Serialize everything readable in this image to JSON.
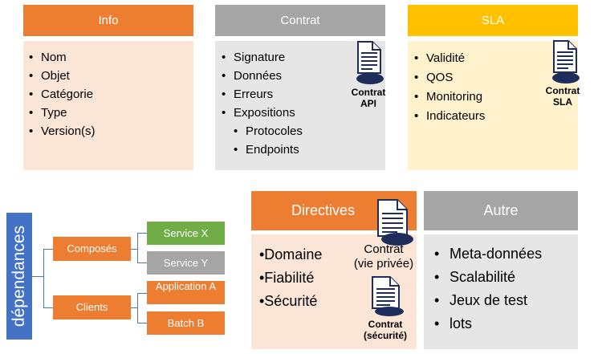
{
  "info": {
    "title": "Info",
    "items": [
      "Nom",
      "Objet",
      "Catégorie",
      "Type",
      "Version(s)"
    ]
  },
  "contrat": {
    "title": "Contrat",
    "items": [
      "Signature",
      "Données",
      "Erreurs",
      "Expositions"
    ],
    "sub_items": [
      "Protocoles",
      "Endpoints"
    ],
    "doc_label": [
      "Contrat",
      "API"
    ]
  },
  "sla": {
    "title": "SLA",
    "items": [
      "Validité",
      "QOS",
      "Monitoring",
      "Indicateurs"
    ],
    "doc_label": [
      "Contrat",
      "SLA"
    ]
  },
  "dependances": {
    "title": "dépendances",
    "groups": [
      {
        "label": "Composés",
        "children": [
          "Service X",
          "Service Y"
        ]
      },
      {
        "label": "Clients",
        "children": [
          "Application A",
          "Batch B"
        ]
      }
    ]
  },
  "directives": {
    "title": "Directives",
    "items": [
      "•Domaine",
      "•Fiabilité",
      "•Sécurité"
    ],
    "doc_label_privacy": [
      "Contrat",
      "(vie privée)"
    ],
    "doc_label_security": [
      "Contrat",
      "(sécurité)"
    ]
  },
  "autre": {
    "title": "Autre",
    "items": [
      "Meta-données",
      "Scalabilité",
      "Jeux de test",
      "lots"
    ]
  },
  "colors": {
    "orange": "#ed7d31",
    "orange_light": "#fbe5d6",
    "gray": "#a5a5a5",
    "gray_light": "#e7e6e6",
    "gold": "#ffc000",
    "gold_light": "#fff2cc",
    "blue": "#4472c4",
    "green": "#70ad47",
    "icon_fill": "#1f2d5c"
  }
}
